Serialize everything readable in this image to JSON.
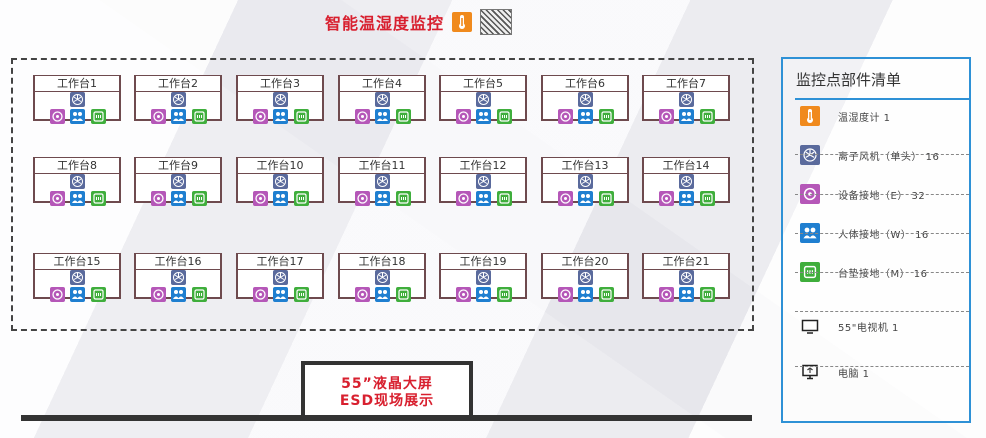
{
  "header": {
    "title": "智能温湿度监控",
    "icons": [
      "thermometer-icon",
      "hatched-placeholder"
    ]
  },
  "workshop": {
    "benches": [
      "工作台1",
      "工作台2",
      "工作台3",
      "工作台4",
      "工作台5",
      "工作台6",
      "工作台7",
      "工作台8",
      "工作台9",
      "工作台10",
      "工作台11",
      "工作台12",
      "工作台13",
      "工作台14",
      "工作台15",
      "工作台16",
      "工作台17",
      "工作台18",
      "工作台19",
      "工作台20",
      "工作台21"
    ],
    "bench_icons": [
      "ion-fan-icon",
      "equipment-ground-icon",
      "person-ground-icon",
      "mat-ground-icon"
    ]
  },
  "stage": {
    "line1": "55”液晶大屏",
    "line2": "ESD现场展示"
  },
  "legend": {
    "title": "监控点部件清单",
    "items": [
      {
        "icon": "thermometer-icon",
        "label": "温湿度计  1",
        "color": "#f08a1d"
      },
      {
        "icon": "ion-fan-icon",
        "label": "离子风机（单头） 16",
        "color": "#5a6a9c"
      },
      {
        "icon": "equipment-ground-icon",
        "label": "设备接地（E）  32",
        "color": "#b557b8"
      },
      {
        "icon": "person-ground-icon",
        "label": "人体接地（W）  16",
        "color": "#1f7fd0"
      },
      {
        "icon": "mat-ground-icon",
        "label": "台垫接地（M）  16",
        "color": "#3fae3c"
      },
      {
        "icon": "tv-icon",
        "label": "55\"电视机  1",
        "color": "#333333"
      },
      {
        "icon": "computer-icon",
        "label": "电脑  1",
        "color": "#333333"
      }
    ]
  }
}
